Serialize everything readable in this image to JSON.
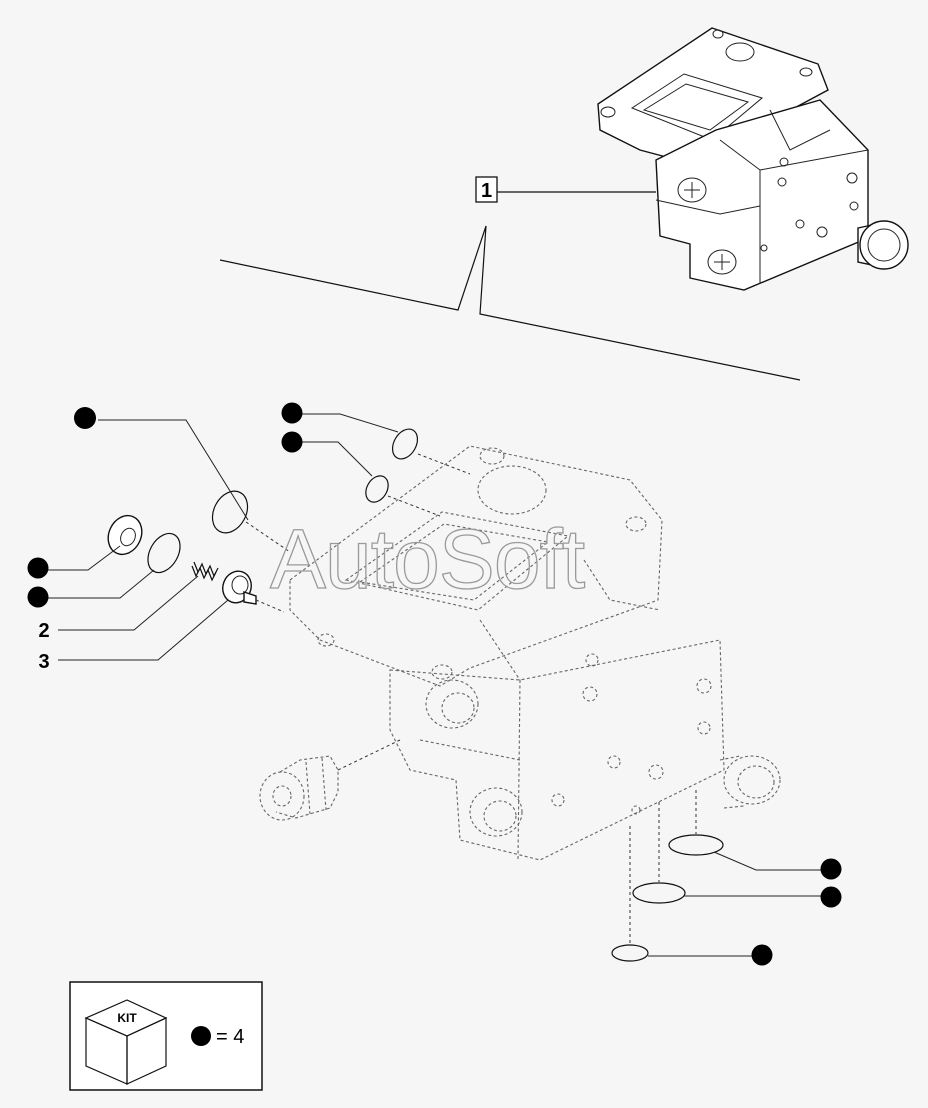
{
  "labels": {
    "assembly_ref": "1",
    "part_2": "2",
    "part_3": "3"
  },
  "kit": {
    "box_text": "KIT",
    "count_text": "= 4"
  },
  "watermark": "AutoSoft",
  "icons": [
    "kit-cube-icon",
    "kit-bullet-icon"
  ],
  "colors": {
    "line": "#111111",
    "background": "#f6f6f6",
    "watermark": "#9a9a9a"
  }
}
